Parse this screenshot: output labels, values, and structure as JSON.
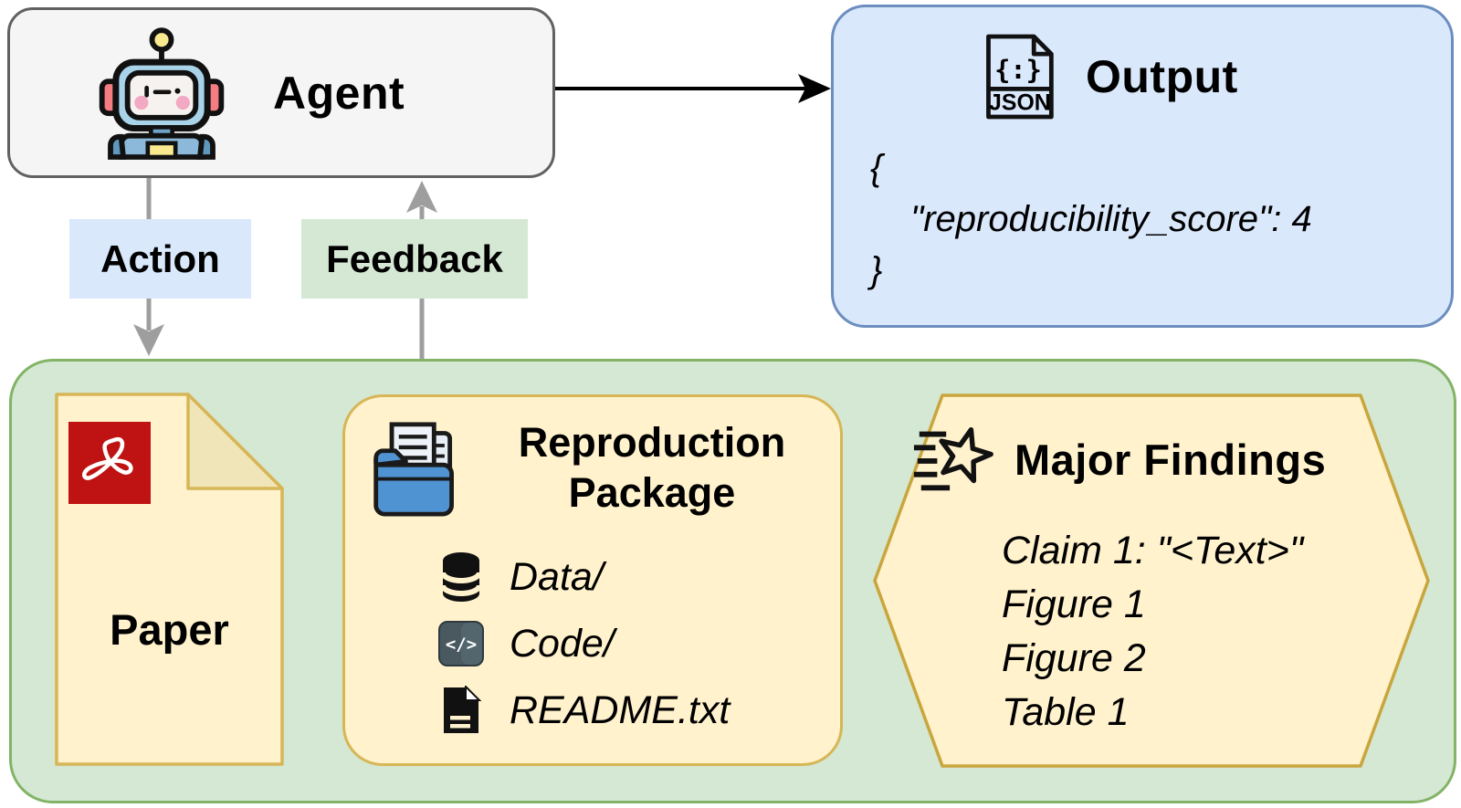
{
  "agent": {
    "label": "Agent"
  },
  "output": {
    "title": "Output",
    "file_type": "JSON",
    "braces_glyph": "{:}",
    "code": {
      "open": "{",
      "body": "\"reproducibility_score\": 4",
      "close": "}"
    }
  },
  "flow": {
    "action": "Action",
    "feedback": "Feedback"
  },
  "environment": {
    "paper": {
      "label": "Paper"
    },
    "package": {
      "title": "Reproduction Package",
      "items": [
        {
          "icon": "database-icon",
          "label": "Data/"
        },
        {
          "icon": "code-icon",
          "label": "Code/"
        },
        {
          "icon": "readme-file-icon",
          "label": "README.txt"
        }
      ]
    },
    "findings": {
      "title": "Major Findings",
      "items": [
        "Claim 1: \"<Text>\"",
        "Figure 1",
        "Figure 2",
        "Table 1"
      ]
    }
  },
  "colors": {
    "container_green": "#d5e8d4",
    "container_green_border": "#82b366",
    "note_yellow": "#fff2cc",
    "note_yellow_border": "#d6b656",
    "hexagon_border": "#c9a63d",
    "output_blue": "#dae8fc",
    "output_blue_border": "#6c8ebf",
    "agent_gray": "#f5f5f5",
    "agent_gray_border": "#616161",
    "action_label_bg": "#dae8fc",
    "feedback_label_bg": "#d5e8d4",
    "arrow_gray": "#9e9e9e",
    "arrow_black": "#000000",
    "pdf_red": "#bf1212"
  }
}
